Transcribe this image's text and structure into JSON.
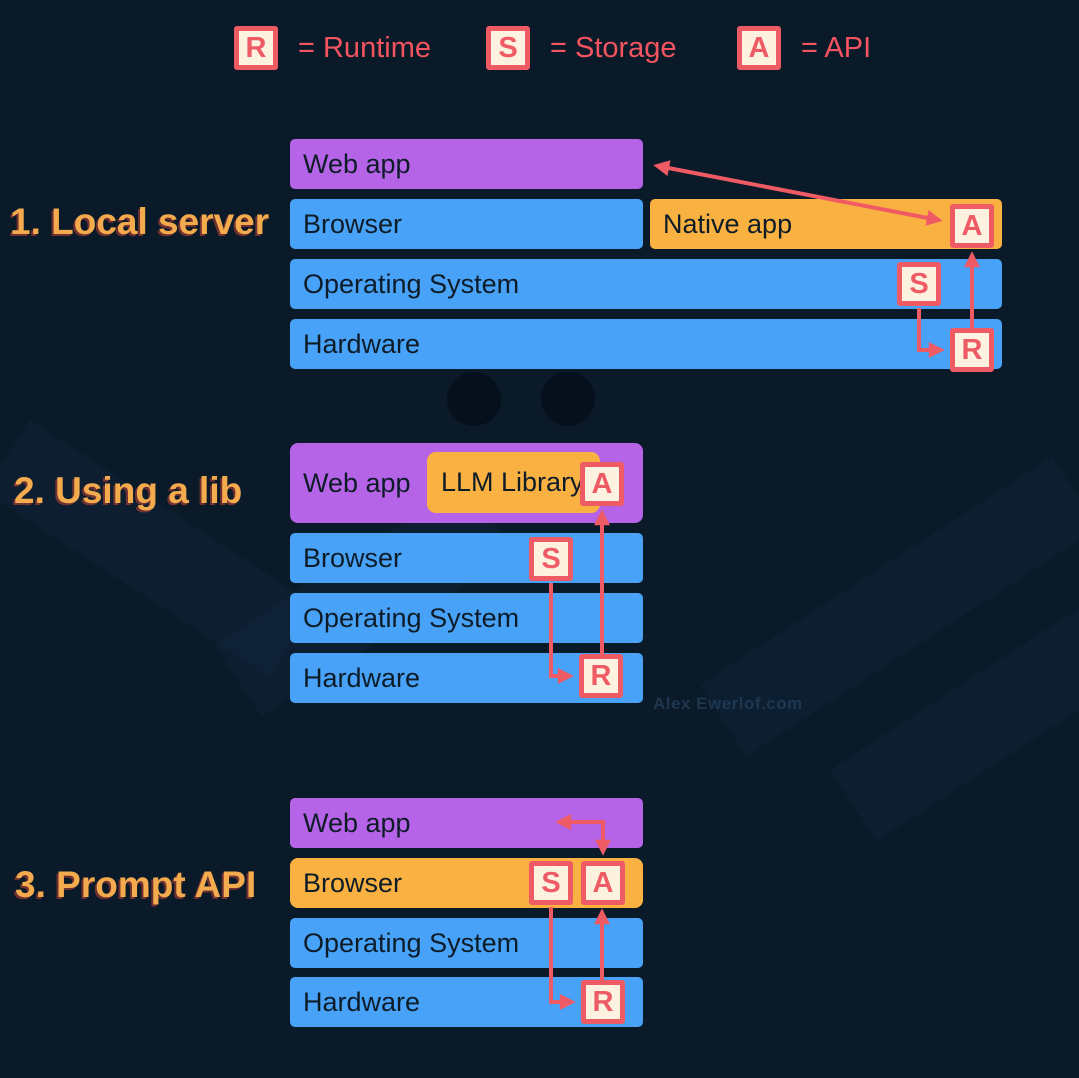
{
  "legend": {
    "items": [
      {
        "letter": "R",
        "label": "= Runtime"
      },
      {
        "letter": "S",
        "label": "= Storage"
      },
      {
        "letter": "A",
        "label": "= API"
      }
    ]
  },
  "sections": [
    {
      "title": "1. Local server",
      "bars": {
        "web_app": "Web app",
        "browser": "Browser",
        "native_app": "Native app",
        "os": "Operating System",
        "hardware": "Hardware"
      },
      "badges": {
        "api": "A",
        "storage": "S",
        "runtime": "R"
      }
    },
    {
      "title": "2. Using a lib",
      "bars": {
        "web_app": "Web app",
        "llm_library": "LLM Library",
        "browser": "Browser",
        "os": "Operating System",
        "hardware": "Hardware"
      },
      "badges": {
        "api": "A",
        "storage": "S",
        "runtime": "R"
      }
    },
    {
      "title": "3. Prompt API",
      "bars": {
        "web_app": "Web app",
        "browser": "Browser",
        "os": "Operating System",
        "hardware": "Hardware"
      },
      "badges": {
        "api": "A",
        "storage": "S",
        "runtime": "R"
      }
    }
  ],
  "watermark": "Alex Ewerlof.com",
  "palette": {
    "background": "#0a1a29",
    "bar_blue": "#47a2f8",
    "bar_purple": "#b564e8",
    "bar_orange": "#f9b242",
    "coral": "#ef5b64",
    "badge_fill": "#fdf1e0",
    "heading_orange": "#f3ab4d",
    "legend_text": "#f3545f",
    "bar_text": "#0e1c28"
  }
}
